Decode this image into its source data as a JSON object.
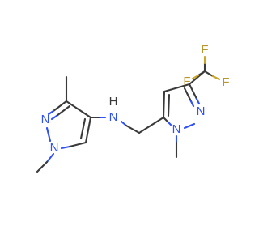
{
  "molecule": {
    "colors": {
      "carbon_bond": "#3a3a3a",
      "nitrogen": "#3050f8",
      "fluorine": "#b8962a",
      "background": "#ffffff"
    },
    "labels": {
      "n_pyrazole1_top": "N",
      "n_pyrazole1_bottom": "N",
      "n_amine": "N",
      "h_amine": "H",
      "n_pyrazole2_upper": "N",
      "n_pyrazole2_lower": "N",
      "f_top": "F",
      "f_right": "F",
      "f_left": "F"
    }
  }
}
